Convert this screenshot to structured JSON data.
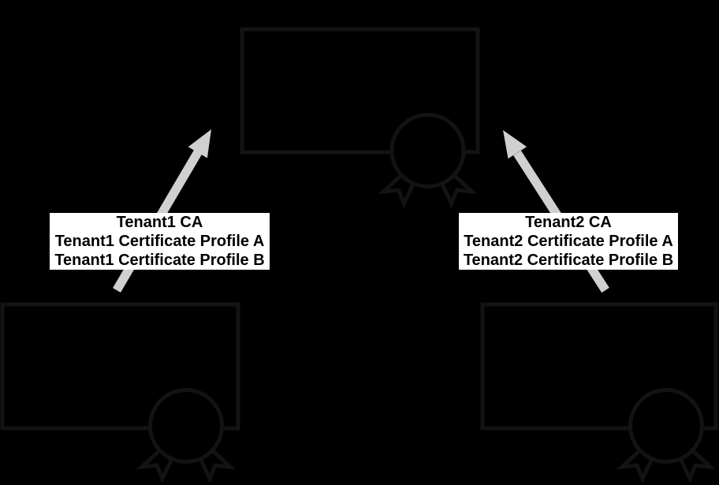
{
  "colors": {
    "background": "#000000",
    "outline": "#131313",
    "arrow": "#d0d0d0",
    "label_bg": "#ffffff",
    "label_text": "#000000"
  },
  "icons": {
    "certificate": "certificate-ribbon-icon"
  },
  "labels": {
    "left": {
      "lines": [
        "Tenant1 CA",
        "Tenant1 Certificate Profile A",
        "Tenant1 Certificate Profile B"
      ]
    },
    "right": {
      "lines": [
        "Tenant2 CA",
        "Tenant2 Certificate Profile A",
        "Tenant2 Certificate Profile B"
      ]
    }
  }
}
